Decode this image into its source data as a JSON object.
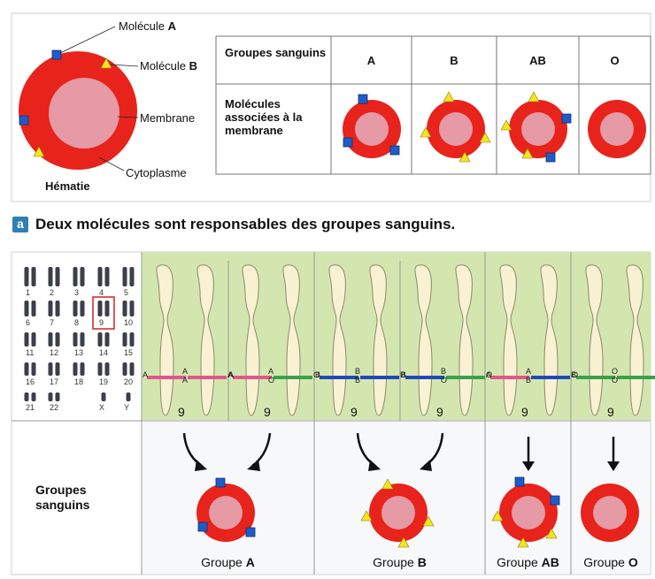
{
  "top_panel": {
    "cell_labels": {
      "molecule_a_prefix": "Molécule ",
      "molecule_a_letter": "A",
      "molecule_b_prefix": "Molécule ",
      "molecule_b_letter": "B",
      "membrane": "Membrane",
      "cytoplasme": "Cytoplasme",
      "hematie": "Hématie"
    },
    "table": {
      "row1_header": "Groupes sanguins",
      "row2_header": "Molécules associées à la membrane",
      "columns": [
        "A",
        "B",
        "AB",
        "O"
      ]
    }
  },
  "caption": {
    "letter": "a",
    "text": "Deux molécules sont responsables des groupes sanguins."
  },
  "karyotype": {
    "pair_numbers": [
      "1",
      "2",
      "3",
      "4",
      "5",
      "6",
      "7",
      "8",
      "9",
      "10",
      "11",
      "12",
      "13",
      "14",
      "15",
      "16",
      "17",
      "18",
      "19",
      "20",
      "21",
      "22",
      "X",
      "Y"
    ],
    "highlighted_pair": "9"
  },
  "chromosome_pairs": [
    {
      "alleles": [
        "A",
        "A"
      ],
      "label": "9"
    },
    {
      "alleles": [
        "A",
        "O"
      ],
      "label": "9"
    },
    {
      "alleles": [
        "B",
        "B"
      ],
      "label": "9"
    },
    {
      "alleles": [
        "B",
        "O"
      ],
      "label": "9"
    },
    {
      "alleles": [
        "A",
        "B"
      ],
      "label": "9"
    },
    {
      "alleles": [
        "O",
        "O"
      ],
      "label": "9"
    }
  ],
  "bottom": {
    "row_label": "Groupes sanguins",
    "groups": [
      {
        "prefix": "Groupe ",
        "letter": "A"
      },
      {
        "prefix": "Groupe ",
        "letter": "B"
      },
      {
        "prefix": "Groupe ",
        "letter": "AB"
      },
      {
        "prefix": "Groupe ",
        "letter": "O"
      }
    ]
  },
  "colors": {
    "cell_red": "#e8231b",
    "cell_center": "#e59aa6",
    "molecule_a": "#1f5cc9",
    "molecule_b": "#f2e51e",
    "allele_a": "#e0568b",
    "allele_b": "#1f49b8",
    "allele_o": "#3aa14a",
    "chromosome_bg": "#d4e6b0",
    "chromosome_fill": "#f8f1d2"
  }
}
